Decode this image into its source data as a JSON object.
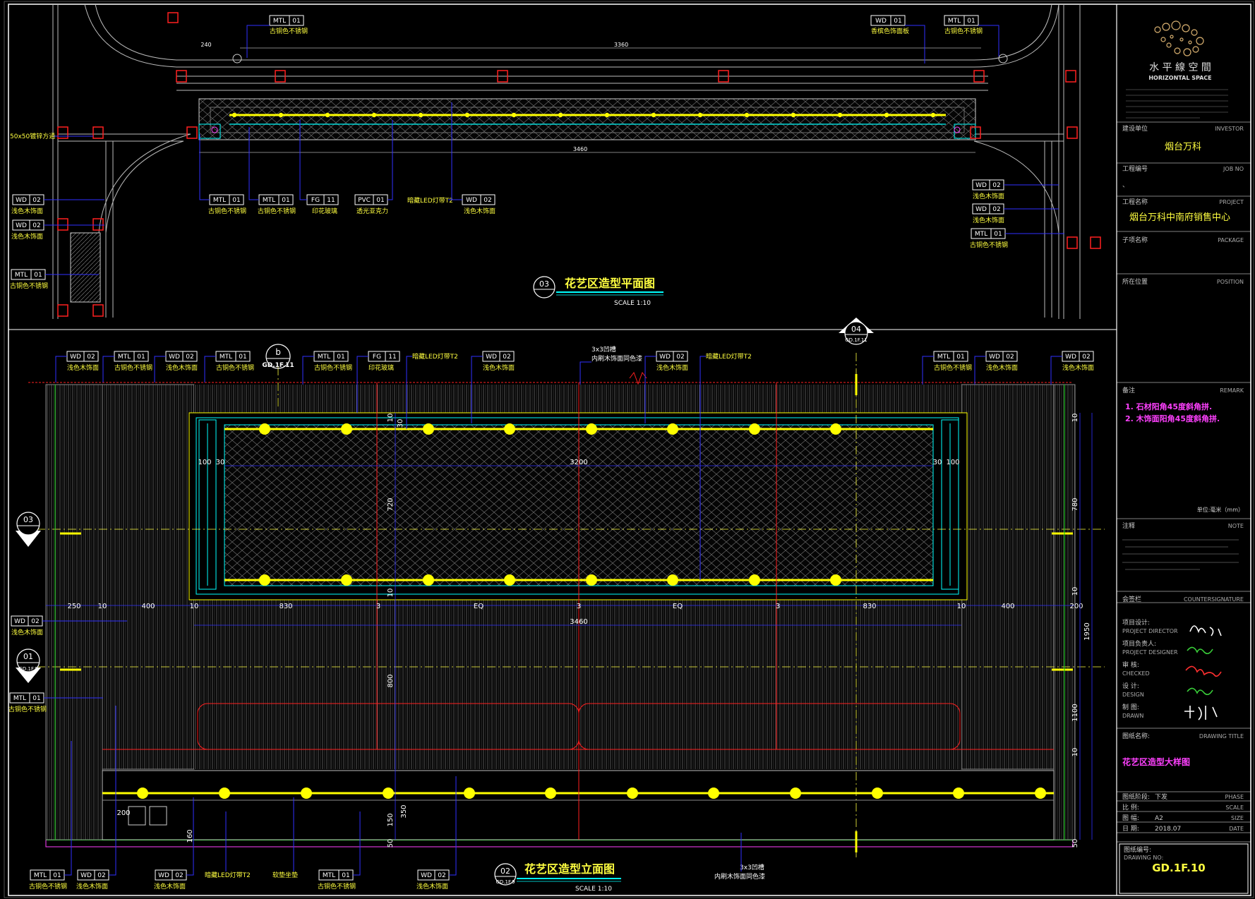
{
  "plan": {
    "number": "03",
    "title": "花艺区造型平面图",
    "scale": "SCALE 1:10",
    "callouts_top": [
      {
        "code": "MTL",
        "num": "01",
        "desc": "古铜色不锈钢"
      },
      {
        "code": "WD",
        "num": "01",
        "desc": "香槟色饰面板"
      },
      {
        "code": "MTL",
        "num": "01",
        "desc": "古铜色不锈钢"
      }
    ],
    "callouts_bottom": [
      {
        "code": "MTL",
        "num": "01",
        "desc": "古铜色不锈钢"
      },
      {
        "code": "MTL",
        "num": "01",
        "desc": "古铜色不锈钢"
      },
      {
        "code": "FG",
        "num": "11",
        "desc": "印花玻璃"
      },
      {
        "code": "PVC",
        "num": "01",
        "desc": "透光亚克力"
      },
      {
        "code": "",
        "num": "",
        "desc": "暗藏LED灯带T2"
      },
      {
        "code": "WD",
        "num": "02",
        "desc": "浅色木饰面"
      }
    ],
    "callouts_left": [
      {
        "code": "",
        "num": "",
        "desc": "50x50镀锌方通"
      },
      {
        "code": "WD",
        "num": "02",
        "desc": "浅色木饰面"
      },
      {
        "code": "WD",
        "num": "02",
        "desc": "浅色木饰面"
      },
      {
        "code": "MTL",
        "num": "01",
        "desc": "古铜色不锈钢"
      }
    ],
    "callouts_right": [
      {
        "code": "WD",
        "num": "02",
        "desc": "浅色木饰面"
      },
      {
        "code": "WD",
        "num": "02",
        "desc": "浅色木饰面"
      },
      {
        "code": "MTL",
        "num": "01",
        "desc": "古铜色不锈钢"
      }
    ],
    "dims": [
      "3460",
      "240",
      "3360"
    ]
  },
  "elevation": {
    "number": "02",
    "sheet_ref": "GD.1F.9",
    "title": "花艺区造型立面图",
    "scale": "SCALE 1:10",
    "section_b": {
      "letter": "b",
      "ref": "GD.1F.11"
    },
    "section_04": {
      "num": "04",
      "ref": "GD.1F.11"
    },
    "marker_03": {
      "num": "03",
      "ref": ""
    },
    "marker_01": {
      "num": "01",
      "ref": "GD.1F.9"
    },
    "callouts_top": [
      {
        "code": "WD",
        "num": "02",
        "desc": "浅色木饰面"
      },
      {
        "code": "MTL",
        "num": "01",
        "desc": "古铜色不锈钢"
      },
      {
        "code": "WD",
        "num": "02",
        "desc": "浅色木饰面"
      },
      {
        "code": "MTL",
        "num": "01",
        "desc": "古铜色不锈钢"
      },
      {
        "code": "MTL",
        "num": "01",
        "desc": "古铜色不锈钢"
      },
      {
        "code": "FG",
        "num": "11",
        "desc": "印花玻璃"
      },
      {
        "code": "",
        "num": "",
        "desc": "暗藏LED灯带T2"
      },
      {
        "code": "WD",
        "num": "02",
        "desc": "浅色木饰面"
      },
      {
        "code": "WD",
        "num": "02",
        "desc": "浅色木饰面"
      },
      {
        "code": "",
        "num": "",
        "desc": "暗藏LED灯带T2"
      },
      {
        "code": "MTL",
        "num": "01",
        "desc": "古铜色不锈钢"
      },
      {
        "code": "WD",
        "num": "02",
        "desc": "浅色木饰面"
      },
      {
        "code": "WD",
        "num": "02",
        "desc": "浅色木饰面"
      }
    ],
    "note_groove_top": [
      "3x3凹槽",
      "内刷木饰面同色漆"
    ],
    "callouts_left": [
      {
        "code": "WD",
        "num": "02",
        "desc": "浅色木饰面"
      },
      {
        "code": "MTL",
        "num": "01",
        "desc": "古铜色不锈钢"
      }
    ],
    "callouts_bottom": [
      {
        "code": "MTL",
        "num": "01",
        "desc": "古铜色不锈钢"
      },
      {
        "code": "WD",
        "num": "02",
        "desc": "浅色木饰面"
      },
      {
        "code": "WD",
        "num": "02",
        "desc": "浅色木饰面"
      },
      {
        "code": "",
        "num": "",
        "desc": "暗藏LED灯带T2"
      },
      {
        "code": "",
        "num": "",
        "desc": "软垫坐垫"
      },
      {
        "code": "MTL",
        "num": "01",
        "desc": "古铜色不锈钢"
      },
      {
        "code": "WD",
        "num": "02",
        "desc": "浅色木饰面"
      }
    ],
    "note_groove_bottom": [
      "3x3凹槽",
      "内刷木饰面同色漆"
    ],
    "dims_row": [
      "250",
      "10",
      "400",
      "10",
      "830",
      "3",
      "EQ",
      "3",
      "EQ",
      "3",
      "830",
      "10",
      "400",
      "200"
    ],
    "dims_misc": [
      "3200",
      "100",
      "30",
      "30",
      "100",
      "3460",
      "720",
      "10",
      "30",
      "10",
      "800",
      "160",
      "350",
      "150",
      "50",
      "200",
      "10",
      "780",
      "10",
      "1950",
      "1100",
      "10",
      "50"
    ]
  },
  "title_block": {
    "company_cn": "水 平 線 空 間",
    "company_en": "HORIZONTAL SPACE",
    "investor_label_cn": "建设单位",
    "investor_label_en": "INVESTOR",
    "investor": "烟台万科",
    "job_label_cn": "工程编号",
    "job_label_en": "JOB NO",
    "job_value": "、",
    "project_label_cn": "工程名称",
    "project_label_en": "PROJECT",
    "project": "烟台万科中南府销售中心",
    "package_label_cn": "子项名称",
    "package_label_en": "PACKAGE",
    "position_label_cn": "所在位置",
    "position_label_en": "POSITION",
    "remark_label_cn": "备注",
    "remark_label_en": "REMARK",
    "remarks": [
      "1. 石材阳角45度斜角拼.",
      "2. 木饰面阳角45度斜角拼."
    ],
    "unit": "单位:毫米（mm）",
    "note_label_cn": "注释",
    "note_label_en": "NOTE",
    "countersign_label_cn": "会签栏",
    "countersign_label_en": "COUNTERSIGNATURE",
    "roles": [
      {
        "cn": "项目设计:",
        "en": "PROJECT DIRECTOR"
      },
      {
        "cn": "项目负责人:",
        "en": "PROJECT DESIGNER"
      },
      {
        "cn": "审  核:",
        "en": "CHECKED"
      },
      {
        "cn": "设  计:",
        "en": "DESIGN"
      },
      {
        "cn": "制  图:",
        "en": "DRAWN"
      }
    ],
    "drawing_title_label_cn": "图纸名称:",
    "drawing_title_label_en": "DRAWING TITLE",
    "drawing_title": "花艺区造型大样图",
    "phase_label_cn": "图纸阶段:",
    "phase_value": "下发",
    "phase_label_en": "PHASE",
    "scale_label_cn": "比  例:",
    "scale_label_en": "SCALE",
    "size_label_cn": "图  幅:",
    "size_value": "A2",
    "size_label_en": "SIZE",
    "date_label_cn": "日  期:",
    "date_value": "2018.07",
    "date_label_en": "DATE",
    "drawing_no_label_cn": "图纸编号:",
    "drawing_no_label_en": "DRAWING NO:",
    "drawing_no": "GD.1F.10"
  },
  "colors": {
    "background": "#000000",
    "frame": "#ffffff",
    "leader": "#3030ff",
    "led": "#ffff00",
    "accent_red": "#ff2020",
    "cyan": "#00ffff",
    "magenta": "#ff40ff",
    "green": "#00c000",
    "title_yellow": "#ffff40"
  }
}
